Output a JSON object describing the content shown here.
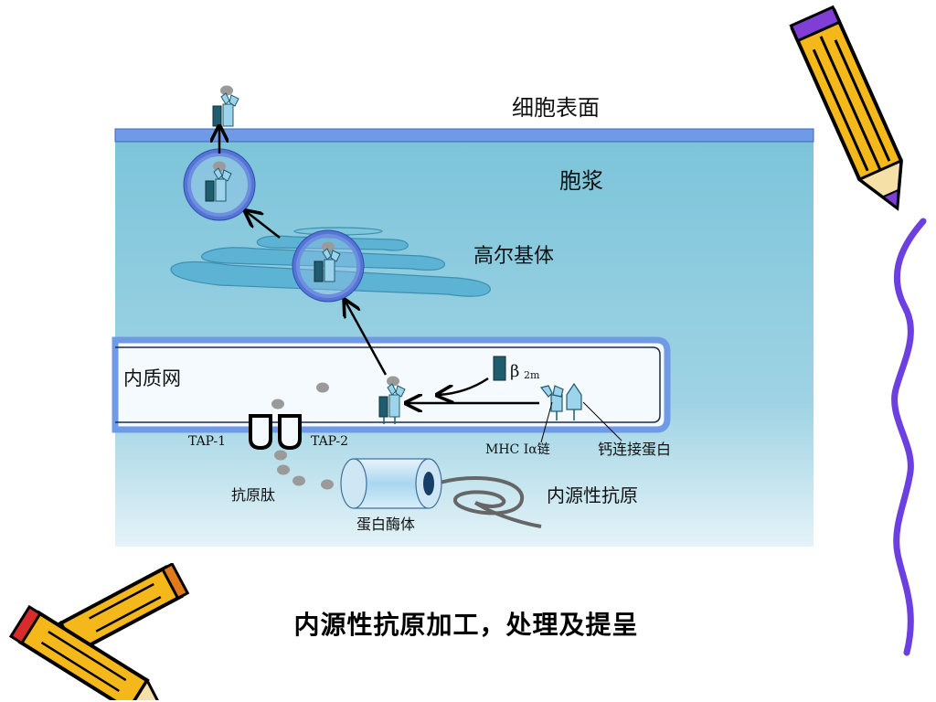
{
  "diagram": {
    "labels": {
      "cell_surface": "细胞表面",
      "cytoplasm": "胞浆",
      "golgi": "高尔基体",
      "er": "内质网",
      "beta": "β",
      "beta_sub": "2m",
      "tap1": "TAP-1",
      "tap2": "TAP-2",
      "mhc_alpha": "MHC Ⅰα链",
      "calnexin": "钙连接蛋白",
      "peptide": "抗原肽",
      "proteasome": "蛋白酶体",
      "endogenous_antigen": "内源性抗原"
    },
    "colors": {
      "cytoplasm": "#7ec6dc",
      "membrane": "#6f9be6",
      "er_fill": "#f4fafd",
      "golgi": "#5cb3d3",
      "mhc_dark": "#1f5c6e",
      "mhc_light": "#9ed3ec",
      "peptide": "#9a9a9a"
    }
  },
  "caption": "内源性抗原加工，处理及提呈",
  "decorations": {
    "pencil_colors": {
      "body": "#f5b81a",
      "outline": "#000000",
      "eraser_top": "#7f3fd6",
      "squiggle": "#6b3fe0",
      "tip_green": "#2d9b3a",
      "tip_red": "#d92b2b"
    }
  }
}
